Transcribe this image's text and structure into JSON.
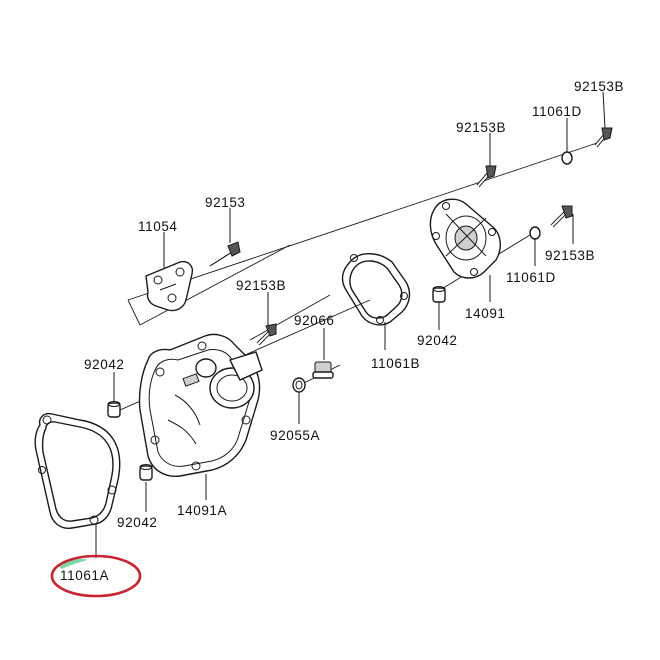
{
  "callouts": {
    "p92153b_top": "92153B",
    "p11061d_top": "11061D",
    "p92153b_upper": "92153B",
    "p92153": "92153",
    "p11054": "11054",
    "p92153b_mid": "92153B",
    "p11061d_right": "11061D",
    "p92153b_right": "92153B",
    "p92066": "92066",
    "p14091": "14091",
    "p92042_mid": "92042",
    "p11061b": "11061B",
    "p92042_left": "92042",
    "p92055a": "92055A",
    "p14091a": "14091A",
    "p92042_bottom": "92042",
    "p11061a": "11061A"
  },
  "highlight": {
    "target": "11061A",
    "ring_color": "#c8232c",
    "marker_color": "#7fd6a6"
  }
}
